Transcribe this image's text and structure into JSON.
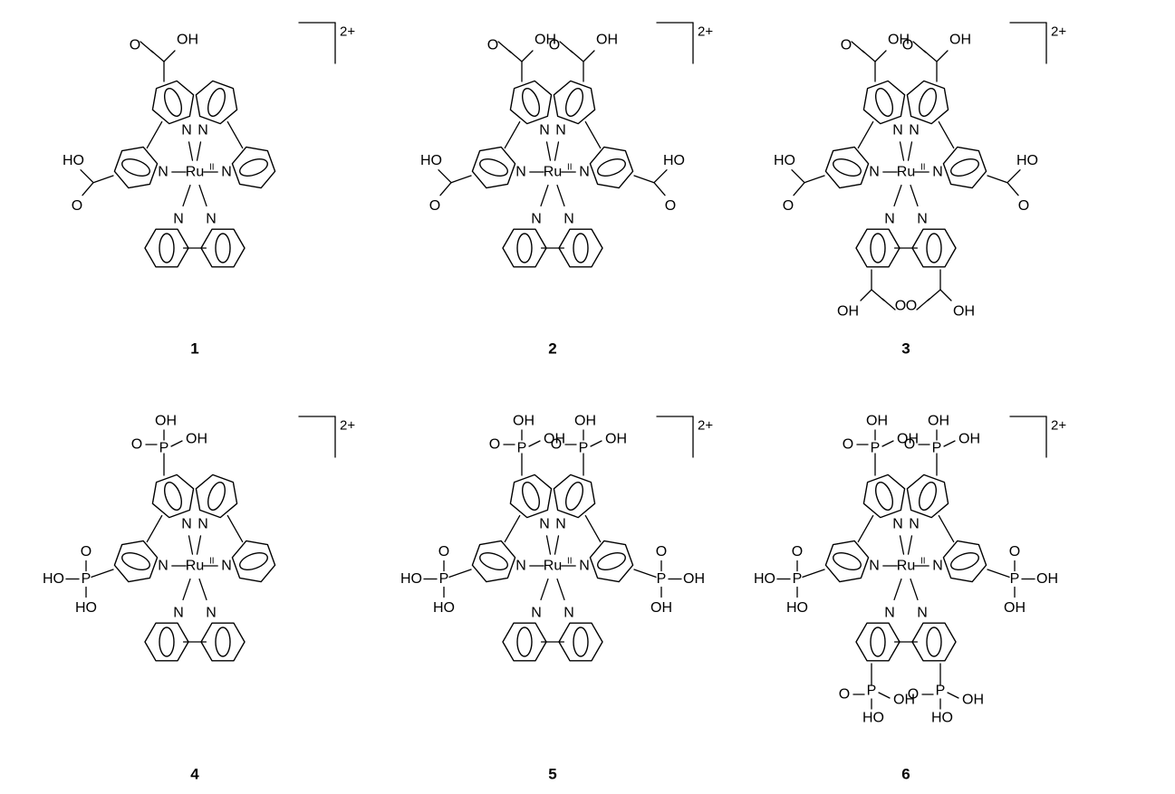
{
  "labels": {
    "metal": "Ru",
    "oxidation": "II",
    "nitrogen": "N",
    "charge": "2+",
    "hydroxyl": "OH",
    "hydroxyl_rev": "HO",
    "oxygen": "O",
    "phosphorus": "P"
  },
  "compounds": [
    {
      "number": "1",
      "group": "COOH",
      "modified_ligands": [
        "left"
      ]
    },
    {
      "number": "2",
      "group": "COOH",
      "modified_ligands": [
        "left",
        "right"
      ]
    },
    {
      "number": "3",
      "group": "COOH",
      "modified_ligands": [
        "left",
        "right",
        "bottom"
      ]
    },
    {
      "number": "4",
      "group": "PO3H2",
      "modified_ligands": [
        "left"
      ]
    },
    {
      "number": "5",
      "group": "PO3H2",
      "modified_ligands": [
        "left",
        "right"
      ]
    },
    {
      "number": "6",
      "group": "PO3H2",
      "modified_ligands": [
        "left",
        "right",
        "bottom"
      ]
    }
  ]
}
